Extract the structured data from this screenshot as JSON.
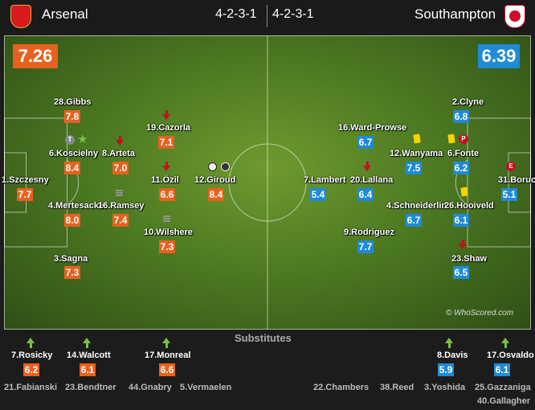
{
  "header": {
    "home_team": "Arsenal",
    "away_team": "Southampton",
    "home_formation": "4-2-3-1",
    "away_formation": "4-2-3-1"
  },
  "ratings": {
    "home": "7.26",
    "away": "6.39"
  },
  "colors": {
    "home_rating": "#e8611e",
    "away_rating": "#1f8ad6",
    "sub_in": "#7ac143",
    "sub_out": "#c4111f"
  },
  "home_players": [
    {
      "name": "28.Gibbs",
      "rating": "7.8"
    },
    {
      "name": "19.Cazorla",
      "rating": "7.1"
    },
    {
      "name": "6.Koscielny",
      "rating": "8.4"
    },
    {
      "name": "8.Arteta",
      "rating": "7.0"
    },
    {
      "name": "1.Szczesny",
      "rating": "7.7"
    },
    {
      "name": "11.Özil",
      "rating": "6.6"
    },
    {
      "name": "12.Giroud",
      "rating": "8.4"
    },
    {
      "name": "4.Mertesacker",
      "rating": "8.0"
    },
    {
      "name": "16.Ramsey",
      "rating": "7.4"
    },
    {
      "name": "10.Wilshere",
      "rating": "7.3"
    },
    {
      "name": "3.Sagna",
      "rating": "7.3"
    }
  ],
  "away_players": [
    {
      "name": "2.Clyne",
      "rating": "6.8"
    },
    {
      "name": "16.Ward-Prowse",
      "rating": "6.7"
    },
    {
      "name": "12.Wanyama",
      "rating": "7.5"
    },
    {
      "name": "6.Fonte",
      "rating": "6.2"
    },
    {
      "name": "7.Lambert",
      "rating": "5.4"
    },
    {
      "name": "20.Lallana",
      "rating": "6.4"
    },
    {
      "name": "31.Boruc",
      "rating": "5.1"
    },
    {
      "name": "4.Schneiderlin",
      "rating": "6.7"
    },
    {
      "name": "26.Hooiveld",
      "rating": "6.1"
    },
    {
      "name": "9.Rodriguez",
      "rating": "7.7"
    },
    {
      "name": "23.Shaw",
      "rating": "6.5"
    }
  ],
  "icons": {
    "captain": "T",
    "penalty": "P",
    "error": "E"
  },
  "watermark": "© WhoScored.com",
  "substitutes": {
    "title": "Substitutes",
    "home_used": [
      {
        "name": "7.Rosicky",
        "rating": "6.2"
      },
      {
        "name": "14.Walcott",
        "rating": "6.1"
      },
      {
        "name": "17.Monreal",
        "rating": "6.6"
      }
    ],
    "away_used": [
      {
        "name": "8.Davis",
        "rating": "5.9"
      },
      {
        "name": "17.Osvaldo",
        "rating": "6.1"
      }
    ],
    "home_unused": [
      "21.Fabianski",
      "23.Bendtner",
      "44.Gnabry",
      "5.Vermaelen"
    ],
    "away_unused": [
      "22.Chambers",
      "38.Reed",
      "3.Yoshida",
      "25.Gazzaniga",
      "40.Gallagher"
    ]
  }
}
